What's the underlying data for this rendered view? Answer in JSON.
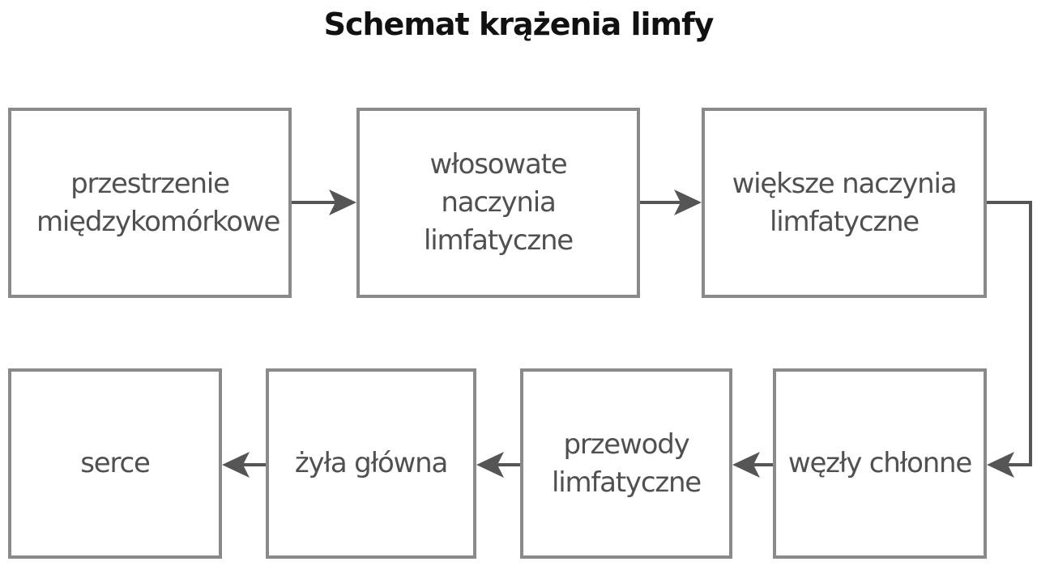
{
  "diagram": {
    "title": "Schemat krążenia limfy",
    "nodes": [
      {
        "id": "n1",
        "label": "przestrzenie międzykomórkowe"
      },
      {
        "id": "n2",
        "label": "włosowate naczynia limfatyczne"
      },
      {
        "id": "n3",
        "label": "większe naczynia limfatyczne"
      },
      {
        "id": "n4",
        "label": "węzły chłonne"
      },
      {
        "id": "n5",
        "label": "przewody limfatyczne"
      },
      {
        "id": "n6",
        "label": "żyła główna"
      },
      {
        "id": "n7",
        "label": "serce"
      }
    ],
    "edges": [
      {
        "from": "n1",
        "to": "n2"
      },
      {
        "from": "n2",
        "to": "n3"
      },
      {
        "from": "n3",
        "to": "n4"
      },
      {
        "from": "n4",
        "to": "n5"
      },
      {
        "from": "n5",
        "to": "n6"
      },
      {
        "from": "n6",
        "to": "n7"
      }
    ],
    "colors": {
      "border": "#8a8a8a",
      "arrow": "#555555",
      "text": "#505050",
      "title": "#111111"
    }
  }
}
